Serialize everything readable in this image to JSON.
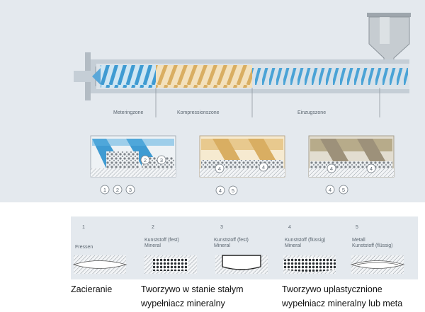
{
  "zones": {
    "metering": "Meteringzone",
    "compression": "Kompressionszone",
    "feed": "Einzugszone"
  },
  "detail_badges": {
    "d1": [
      "1",
      "2",
      "3"
    ],
    "d1_inner": [
      "2",
      "3"
    ],
    "d2": [
      "4",
      "5"
    ],
    "d2_inner": [
      "4",
      "4"
    ],
    "d3": [
      "4",
      "5"
    ],
    "d3_inner": [
      "4",
      "4"
    ]
  },
  "legend": [
    {
      "num": "1",
      "line1": "Fressen",
      "line2": ""
    },
    {
      "num": "2",
      "line1": "Kunststoff (fest)",
      "line2": "Mineral"
    },
    {
      "num": "3",
      "line1": "Kunststoff (fest)",
      "line2": "Mineral"
    },
    {
      "num": "4",
      "line1": "Kunststoff (flüssig)",
      "line2": "Mineral"
    },
    {
      "num": "5",
      "line1": "Metall",
      "line2": "Kunststoff (flüssig)"
    }
  ],
  "captions": {
    "c1": "Zacieranie",
    "c2a": "Tworzywo w stanie stałym",
    "c2b": "wypełniacz mineralny",
    "c3a": "Tworzywo uplastycznione",
    "c3b": "wypełniacz mineralny lub meta"
  },
  "colors": {
    "panel": "#e4e9ee",
    "barrel": "#b9c3cc",
    "screw_blue": "#3f9bd2",
    "screw_tan": "#e8c98e",
    "screw_grey": "#b7b2a3"
  }
}
